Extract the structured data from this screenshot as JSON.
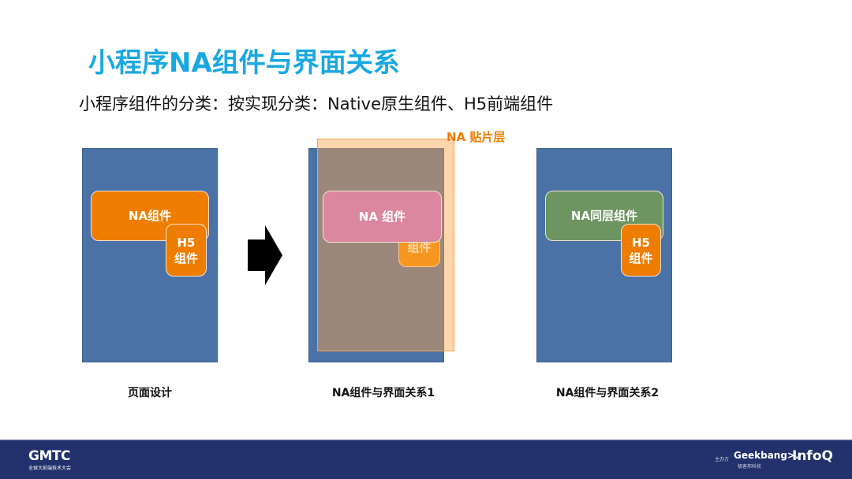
{
  "title": "小程序NA组件与界面关系",
  "subtitle": "小程序组件的分类：按实现分类：Native原生组件、H5前端组件",
  "colors": {
    "title": "#19a8e2",
    "panel": "#4a72a6",
    "na_orange": "#ef7d00",
    "na_pink": "#db87a0",
    "na_green": "#6e9461",
    "footer": "#22316b"
  },
  "diagram1": {
    "na_label": "NA组件",
    "h5_label": "H5",
    "h5_sub": "组件",
    "caption": "页面设计"
  },
  "diagram2": {
    "layer_label": "NA 贴片层",
    "na_label": "NA 组件",
    "h5_sub": "组件",
    "caption": "NA组件与界面关系1"
  },
  "diagram3": {
    "na_label": "NA同层组件",
    "h5_label": "H5",
    "h5_sub": "组件",
    "caption": "NA组件与界面关系2"
  },
  "footer": {
    "logo": "GMTC",
    "logo_sub": "全球大前端技术大会",
    "organizer_label": "主办方",
    "geekbang": "Geekbang>.",
    "geekbang_sub": "极客邦科技",
    "infoq": "InfoQ"
  }
}
